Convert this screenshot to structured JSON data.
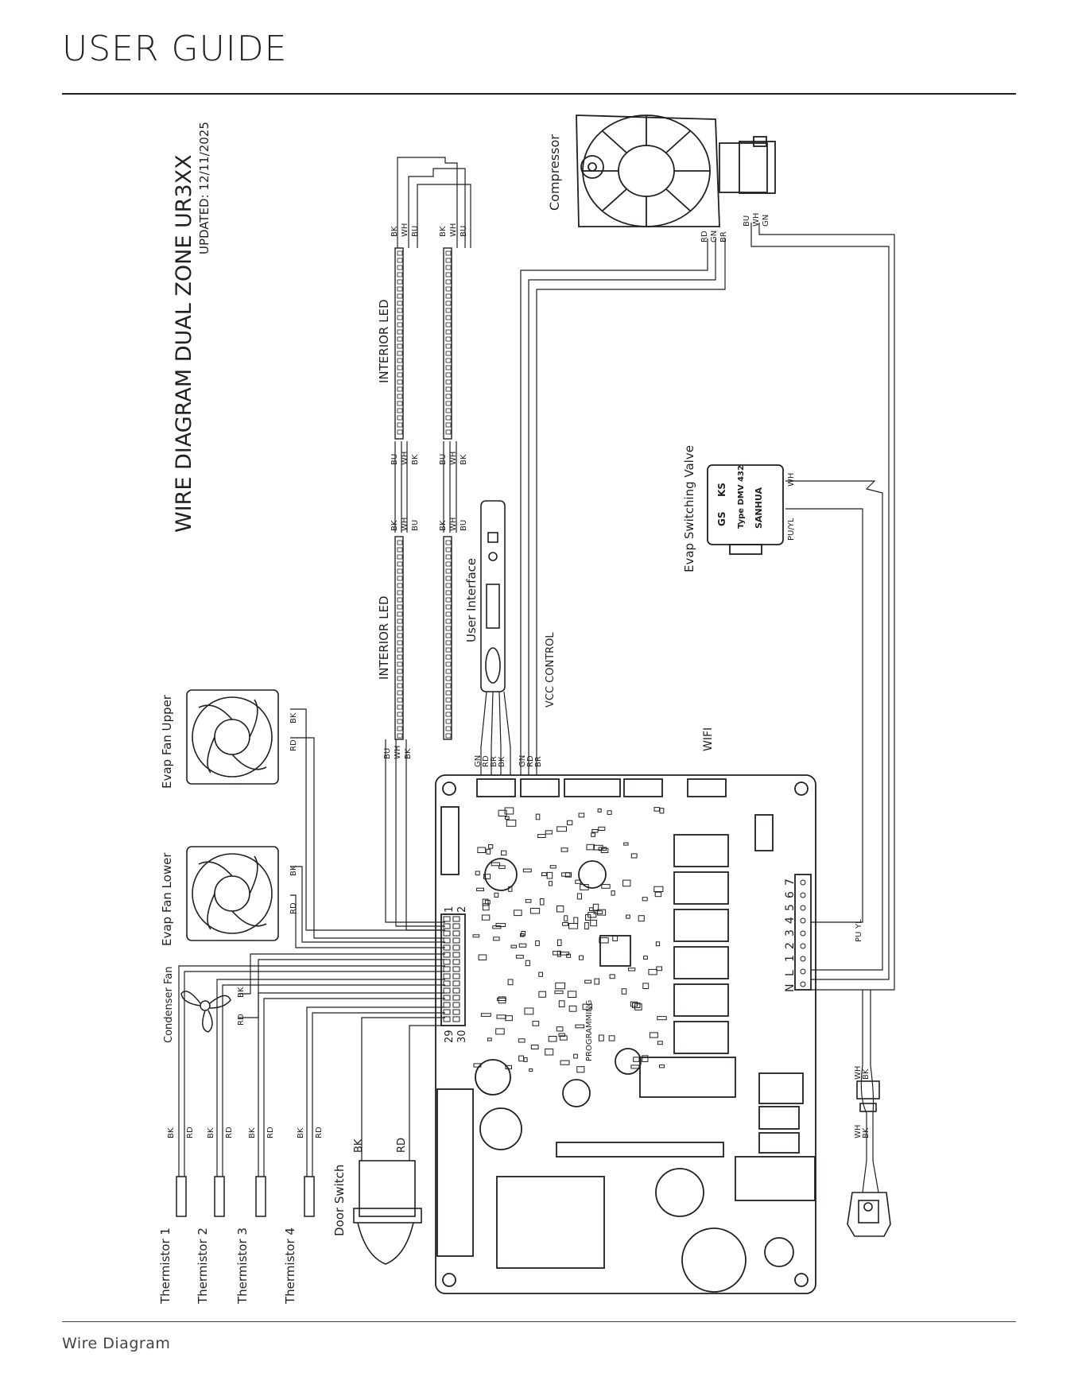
{
  "header": {
    "title": "USER GUIDE"
  },
  "footer": {
    "label": "Wire Diagram"
  },
  "diagram": {
    "title": "WIRE DIAGRAM DUAL ZONE UR3XX",
    "updated": "UPDATED: 12/11/2025",
    "components": {
      "compressor": "Compressor",
      "interior_led_upper": "INTERIOR LED",
      "interior_led_lower": "INTERIOR LED",
      "user_interface": "User Interface",
      "vcc_control": "VCC CONTROL",
      "wifi": "WIFI",
      "evap_switching_valve": "Evap Switching Valve",
      "evap_fan_upper": "Evap Fan Upper",
      "evap_fan_lower": "Evap Fan Lower",
      "condenser_fan": "Condenser Fan",
      "thermistor_1": "Thermistor 1",
      "thermistor_2": "Thermistor 2",
      "thermistor_3": "Thermistor 3",
      "thermistor_4": "Thermistor 4",
      "door_switch": "Door Switch",
      "programming": "PROGRAMMING"
    },
    "valve_text": {
      "line1": "GS",
      "line2": "KS",
      "line3": "Type DMV 432",
      "line4": "SANHUA"
    },
    "wires": {
      "bk": "BK",
      "wh": "WH",
      "bu": "BU",
      "rd": "RD",
      "gn": "GN",
      "br": "BR",
      "puyl": "PU/YL",
      "pu": "PU",
      "yl": "YL"
    },
    "connector_pins": {
      "p1": "1",
      "p2": "2",
      "p29": "29",
      "p30": "30"
    },
    "terminal_labels": [
      "N",
      "L",
      "1",
      "2",
      "3",
      "4",
      "5",
      "6",
      "7"
    ]
  }
}
